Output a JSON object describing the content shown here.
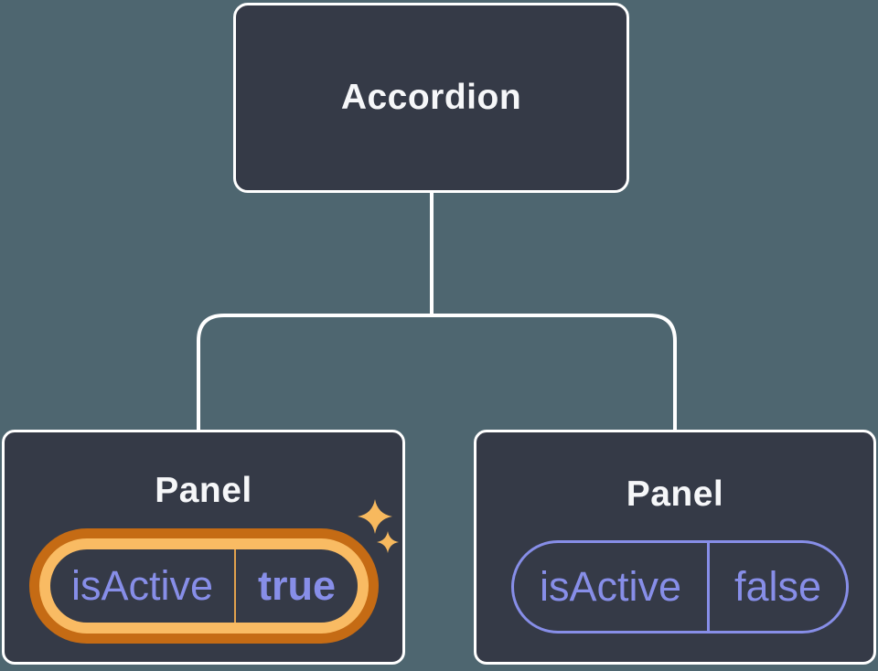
{
  "diagram": {
    "root": {
      "label": "Accordion"
    },
    "panels": [
      {
        "title": "Panel",
        "state": {
          "key": "isActive",
          "value": "true"
        },
        "highlighted": true
      },
      {
        "title": "Panel",
        "state": {
          "key": "isActive",
          "value": "false"
        },
        "highlighted": false
      }
    ]
  },
  "colors": {
    "background": "#4E6670",
    "node_fill": "#353A47",
    "node_border": "#FFFFFF",
    "connector": "#FFFFFF",
    "text_light": "#F6F7F9",
    "purple": "#878EE8",
    "ring_light": "#F9BB63",
    "ring_dark": "#C56B14",
    "divider_highlight": "#E2A24D",
    "sparkle": "#F7B95E"
  }
}
